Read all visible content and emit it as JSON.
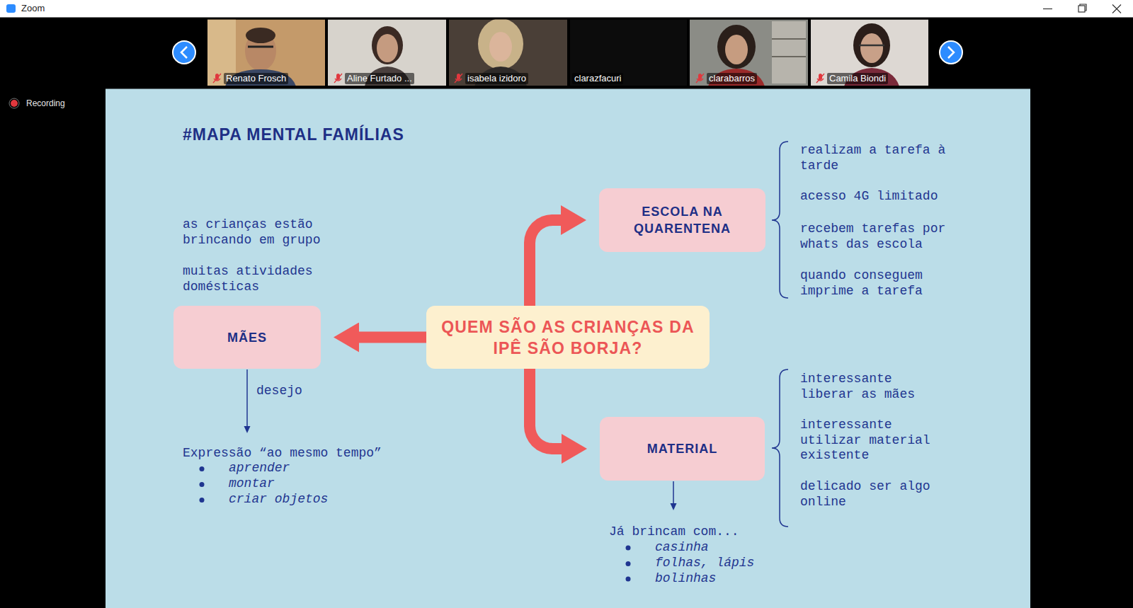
{
  "diagram": {
    "title": "#MAPA MENTAL FAMÍLIAS",
    "nodes": [
      {
        "text": [
          "QUEM SÃO AS CRIANÇAS DA IPÊ SÃO BORJA?"
        ]
      },
      {
        "text": [
          "MÃES"
        ]
      },
      {
        "text": [
          "ESCOLA NA QUARENTENA"
        ]
      },
      {
        "text": [
          "MATERIAL"
        ]
      }
    ],
    "edges": [
      {
        "from": 0,
        "to": 1,
        "arrow": "to"
      },
      {
        "from": 0,
        "to": 2,
        "arrow": "to"
      },
      {
        "from": 0,
        "to": 3,
        "arrow": "to"
      }
    ],
    "labels": [
      "Zoom",
      "Recording",
      "Renato Frosch",
      "Aline Furtado ...",
      "isabela izidoro",
      "clarazfacuri",
      "clarabarros",
      "Camila Biondi",
      "as crianças estão brincando em grupo",
      "muitas atividades domésticas",
      "desejo",
      "Expressão “ao mesmo tempo”",
      "aprender",
      "montar",
      "criar objetos",
      "realizam a tarefa à tarde",
      "acesso 4G limitado",
      "recebem tarefas por whats das escola",
      "quando conseguem imprime a tarefa",
      "interessante liberar as mães",
      "interessante utilizar material existente",
      "delicado ser algo online",
      "Já brincam com...",
      "casinha",
      "folhas, lápis",
      "bolinhas"
    ]
  }
}
